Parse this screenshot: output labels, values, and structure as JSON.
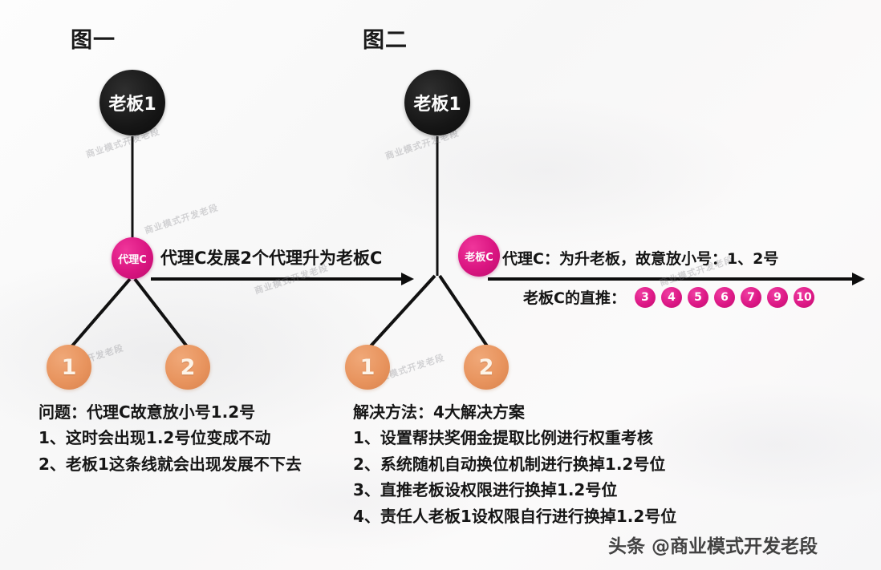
{
  "figure1": {
    "title": "图一",
    "boss_node": "老板1",
    "agent_node": "代理C",
    "arrow_label": "代理C发展2个代理升为老板C",
    "child_nodes": [
      "1",
      "2"
    ],
    "notes": [
      "问题：代理C故意放小号1.2号",
      "1、这时会出现1.2号位变成不动",
      "2、老板1这条线就会出现发展不下去"
    ]
  },
  "figure2": {
    "title": "图二",
    "boss_node": "老板1",
    "agent_node": "老板C",
    "arrow_label_top": "代理C：为升老板，故意放小号：1、2号",
    "arrow_label_bottom": "老板C的直推：",
    "direct_push_badges": [
      "3",
      "4",
      "5",
      "6",
      "7",
      "9",
      "10"
    ],
    "child_nodes": [
      "1",
      "2"
    ],
    "notes": [
      "解决方法：4大解决方案",
      "1、设置帮扶奖佣金提取比例进行权重考核",
      "2、系统随机自动换位机制进行换掉1.2号位",
      "3、直推老板设权限进行换掉1.2号位",
      "4、责任人老板1设权限自行进行换掉1.2号位"
    ]
  },
  "watermark": {
    "text": "头条 @商业模式开发老段",
    "ghost": "商业模式开发老段"
  },
  "colors": {
    "boss_node": "#161616",
    "agent_node": "#da1581",
    "number_node": "#e8945e",
    "badge": "#dd1886",
    "line": "#111111",
    "text": "#161616",
    "background": "#fbfbfb"
  }
}
